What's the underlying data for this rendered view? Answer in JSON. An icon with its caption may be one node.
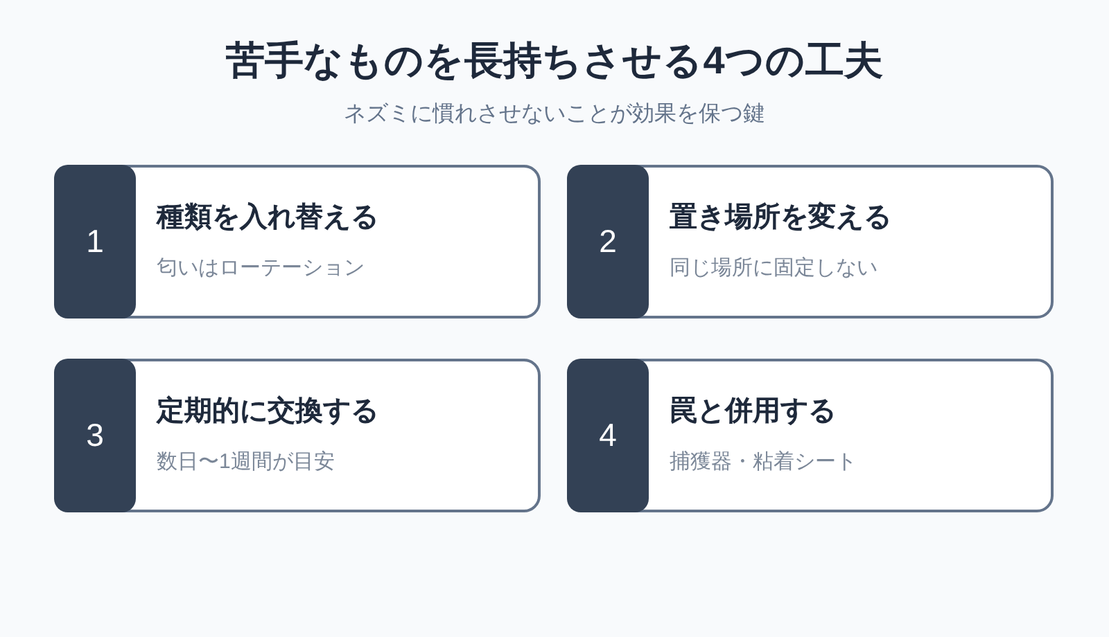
{
  "diagram": {
    "title": "苦手なものを長持ちさせる4つの工夫",
    "nodes": [
      {
        "text": [
          "種類を入れ替える",
          "匂いはローテーション"
        ]
      },
      {
        "text": [
          "1"
        ],
        "in": 0
      },
      {
        "text": [
          "置き場所を変える",
          "同じ場所に固定しない"
        ]
      },
      {
        "text": [
          "2"
        ],
        "in": 2
      },
      {
        "text": [
          "定期的に交換する",
          "数日〜1週間が目安"
        ]
      },
      {
        "text": [
          "3"
        ],
        "in": 4
      },
      {
        "text": [
          "罠と併用する",
          "捕獲器・粘着シート"
        ]
      },
      {
        "text": [
          "4"
        ],
        "in": 6
      }
    ],
    "labels": [
      "ネズミに慣れさせないことが効果を保つ鍵"
    ]
  }
}
